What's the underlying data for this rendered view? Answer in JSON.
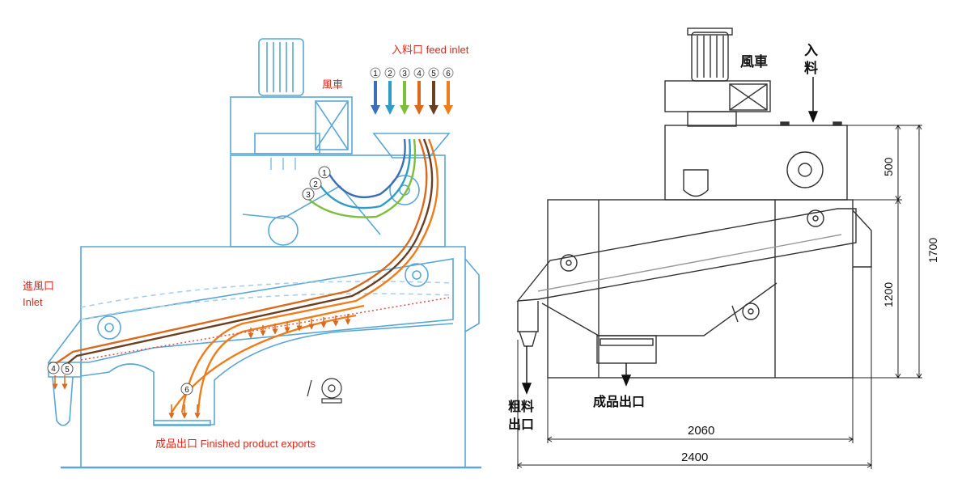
{
  "left_diagram": {
    "feed_inlet_label": "入料口 feed inlet",
    "fan_label": "風車",
    "air_inlet_label_cn": "進風口",
    "air_inlet_label_en": "Inlet",
    "exports_label": "成品出口 Finished product exports",
    "streams": [
      {
        "num": "1",
        "color": "#3d6fb8"
      },
      {
        "num": "2",
        "color": "#2e9cc4"
      },
      {
        "num": "3",
        "color": "#7bbf3a"
      },
      {
        "num": "4",
        "color": "#d96a1e"
      },
      {
        "num": "5",
        "color": "#6b3f22"
      },
      {
        "num": "6",
        "color": "#ee7d1b"
      }
    ],
    "marker_1": "1",
    "marker_2": "2",
    "marker_3": "3",
    "marker_4": "4",
    "marker_5": "5",
    "marker_6": "6"
  },
  "right_diagram": {
    "fan_label": "風車",
    "feed_label_line1": "入",
    "feed_label_line2": "料",
    "coarse_outlet_line1": "粗料",
    "coarse_outlet_line2": "出口",
    "product_outlet_label": "成品出口",
    "dim_top_height": "500",
    "dim_total_height": "1700",
    "dim_lower_height": "1200",
    "dim_inner_width": "2060",
    "dim_total_width": "2400"
  },
  "colors": {
    "machine_outline": "#5aa7d6",
    "label_red": "#d8281c",
    "dimension_ink": "#222222"
  }
}
